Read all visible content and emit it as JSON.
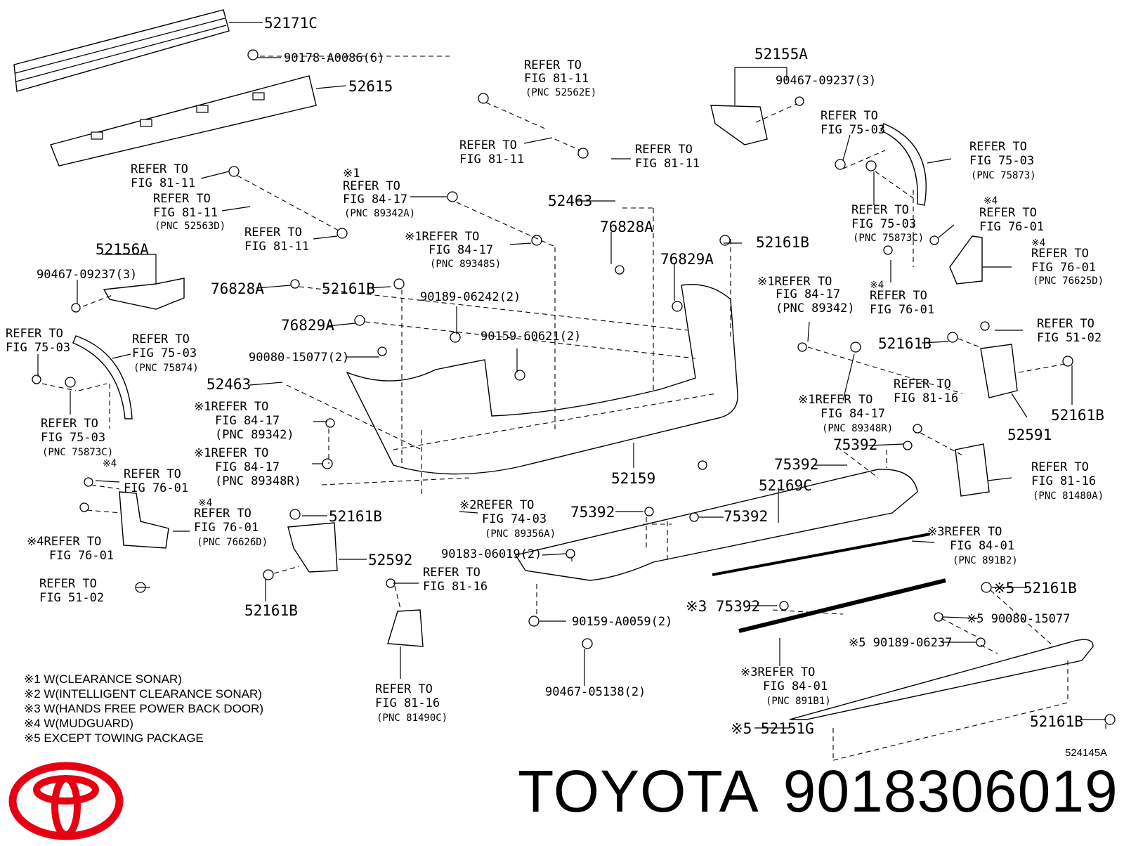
{
  "diagram": {
    "top_labels": [
      {
        "id": "p52171C",
        "text": "52171C"
      },
      {
        "id": "p90178",
        "text": "90178-A0086(6)"
      },
      {
        "id": "p52615",
        "text": "52615"
      },
      {
        "id": "p52155A",
        "text": "52155A"
      },
      {
        "id": "p90467a",
        "text": "90467-09237(3)"
      },
      {
        "id": "p52156A",
        "text": "52156A"
      },
      {
        "id": "p90467b",
        "text": "90467-09237(3)"
      },
      {
        "id": "p52463a",
        "text": "52463"
      },
      {
        "id": "p76828Aa",
        "text": "76828A"
      },
      {
        "id": "p76829Aa",
        "text": "76829A"
      },
      {
        "id": "p52161Ba",
        "text": "52161B"
      },
      {
        "id": "p76828Ab",
        "text": "76828A"
      },
      {
        "id": "p52161Bb",
        "text": "52161B"
      },
      {
        "id": "p76829Ab",
        "text": "76829A"
      },
      {
        "id": "p90189",
        "text": "90189-06242(2)"
      },
      {
        "id": "p90159a",
        "text": "90159-60621(2)"
      },
      {
        "id": "p90080a",
        "text": "90080-15077(2)"
      },
      {
        "id": "p52463b",
        "text": "52463"
      },
      {
        "id": "p52161Bc",
        "text": "52161B"
      },
      {
        "id": "p52591",
        "text": "52591"
      },
      {
        "id": "p52161Bd",
        "text": "52161B"
      },
      {
        "id": "p52159",
        "text": "52159"
      },
      {
        "id": "p75392a",
        "text": "75392"
      },
      {
        "id": "p75392b",
        "text": "75392"
      },
      {
        "id": "p52169C",
        "text": "52169C"
      },
      {
        "id": "p75392c",
        "text": "75392"
      },
      {
        "id": "p75392d",
        "text": "75392"
      },
      {
        "id": "p52161Be",
        "text": "52161B"
      },
      {
        "id": "p52592",
        "text": "52592"
      },
      {
        "id": "p90183",
        "text": "90183-06019(2)"
      },
      {
        "id": "p52161Bf",
        "text": "52161B"
      },
      {
        "id": "p90159b",
        "text": "90159-A0059(2)"
      },
      {
        "id": "p90467c",
        "text": "90467-05138(2)"
      },
      {
        "id": "p75392e",
        "text": "※3 75392"
      },
      {
        "id": "p52161Bg",
        "text": "※5 52161B"
      },
      {
        "id": "p90080b",
        "text": "※5 90080-15077"
      },
      {
        "id": "p90189b",
        "text": "※5 90189-06237"
      },
      {
        "id": "p52151G",
        "text": "※5 52151G"
      },
      {
        "id": "p52161Bh",
        "text": "52161B"
      },
      {
        "id": "ref",
        "text": "524145A"
      }
    ],
    "refer_blocks": [
      {
        "id": "r1",
        "lines": [
          "REFER TO",
          "FIG 81-11",
          "(PNC 52562E)"
        ]
      },
      {
        "id": "r2",
        "lines": [
          "REFER TO",
          "FIG 81-11"
        ]
      },
      {
        "id": "r3",
        "lines": [
          "REFER TO",
          "FIG 81-11"
        ]
      },
      {
        "id": "r4",
        "lines": [
          "REFER TO",
          "FIG 81-11"
        ]
      },
      {
        "id": "r5",
        "lines": [
          "REFER TO",
          "FIG 81-11",
          "(PNC 52563D)"
        ]
      },
      {
        "id": "r6",
        "lines": [
          "REFER TO",
          "FIG 81-11"
        ]
      },
      {
        "id": "r7",
        "lines": [
          "※1",
          "REFER TO",
          "FIG 84-17",
          "(PNC 89342A)"
        ]
      },
      {
        "id": "r8",
        "lines": [
          "※1REFER TO",
          "FIG 84-17",
          "(PNC 89348S)"
        ]
      },
      {
        "id": "r9",
        "lines": [
          "REFER TO",
          "FIG 75-03"
        ]
      },
      {
        "id": "r10",
        "lines": [
          "REFER TO",
          "FIG 75-03",
          "(PNC 75873)"
        ]
      },
      {
        "id": "r11",
        "lines": [
          "REFER TO",
          "FIG 75-03",
          "(PNC 75873C)"
        ]
      },
      {
        "id": "r12",
        "lines": [
          "※4",
          "REFER TO",
          "FIG 76-01"
        ]
      },
      {
        "id": "r13",
        "lines": [
          "※4",
          "REFER TO",
          "FIG 76-01",
          "(PNC 76625D)"
        ]
      },
      {
        "id": "r14",
        "lines": [
          "※1REFER TO",
          "FIG 84-17",
          "(PNC 89342)"
        ]
      },
      {
        "id": "r15",
        "lines": [
          "※4",
          "REFER TO",
          "FIG 76-01"
        ]
      },
      {
        "id": "r16",
        "lines": [
          "REFER TO",
          "FIG 51-02"
        ]
      },
      {
        "id": "r17",
        "lines": [
          "REFER TO",
          "FIG 75-03"
        ]
      },
      {
        "id": "r18",
        "lines": [
          "REFER TO",
          "FIG 75-03",
          "(PNC 75874)"
        ]
      },
      {
        "id": "r19",
        "lines": [
          "REFER TO",
          "FIG 75-03",
          "(PNC 75873C)"
        ]
      },
      {
        "id": "r20",
        "lines": [
          "※1REFER TO",
          "FIG 84-17",
          "(PNC 89348R)"
        ]
      },
      {
        "id": "r21",
        "lines": [
          "REFER TO",
          "FIG 81-16"
        ]
      },
      {
        "id": "r22",
        "lines": [
          "※1REFER TO",
          "FIG 84-17",
          "(PNC 89342)"
        ]
      },
      {
        "id": "r23",
        "lines": [
          "※1REFER TO",
          "FIG 84-17",
          "(PNC 89348R)"
        ]
      },
      {
        "id": "r24",
        "lines": [
          "※4",
          "REFER TO",
          "FIG 76-01"
        ]
      },
      {
        "id": "r25",
        "lines": [
          "※4",
          "REFER TO",
          "FIG 76-01",
          "(PNC 76626D)"
        ]
      },
      {
        "id": "r26",
        "lines": [
          "※4REFER TO",
          "FIG 76-01"
        ]
      },
      {
        "id": "r27",
        "lines": [
          "REFER TO",
          "FIG 51-02"
        ]
      },
      {
        "id": "r28",
        "lines": [
          "※2REFER TO",
          "FIG 74-03",
          "(PNC 89356A)"
        ]
      },
      {
        "id": "r29",
        "lines": [
          "REFER TO",
          "FIG 81-16"
        ]
      },
      {
        "id": "r30",
        "lines": [
          "REFER TO",
          "FIG 81-16",
          "(PNC 81480A)"
        ]
      },
      {
        "id": "r31",
        "lines": [
          "※3REFER TO",
          "FIG 84-01",
          "(PNC 891B2)"
        ]
      },
      {
        "id": "r32",
        "lines": [
          "REFER TO",
          "FIG 81-16",
          "(PNC 81490C)"
        ]
      },
      {
        "id": "r33",
        "lines": [
          "※3REFER TO",
          "FIG 84-01",
          "(PNC 891B1)"
        ]
      }
    ],
    "legend": [
      "※1 W(CLEARANCE SONAR)",
      "※2 W(INTELLIGENT CLEARANCE SONAR)",
      "※3 W(HANDS FREE POWER BACK DOOR)",
      "※4 W(MUDGUARD)",
      "※5 EXCEPT TOWING PACKAGE"
    ]
  },
  "brand": {
    "name": "TOYOTA",
    "part_number": "9018306019",
    "logo_icon": "toyota-logo-icon",
    "logo_color": "#e60012"
  }
}
